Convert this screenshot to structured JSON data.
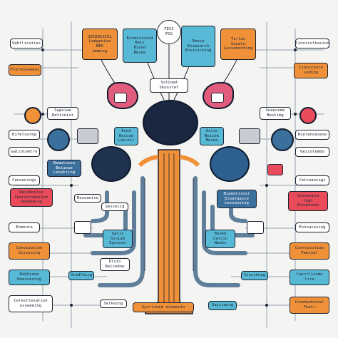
{
  "diagram": {
    "boxes": [
      {
        "id": "top-center-sign",
        "text": "FESI\nPSS",
        "color": "white"
      },
      {
        "id": "top-left-1",
        "text": "SECEDISIOL\nLedgesise\nBEO\nemming",
        "color": "orange"
      },
      {
        "id": "top-left-2",
        "text": "Esomssisicd\nReis\nBiood\nBeiee",
        "color": "teal"
      },
      {
        "id": "top-right-1",
        "text": "Reeso\nEsiaoarch\nEnvicorning",
        "color": "teal"
      },
      {
        "id": "top-right-2",
        "text": "Tirlus\nSaoatu\nLassehenting",
        "color": "orange"
      },
      {
        "id": "mid-center",
        "text": "Sstioed\nSkusstet",
        "color": "white"
      },
      {
        "id": "left-row2",
        "text": "Sqhtlicoties",
        "color": "white"
      },
      {
        "id": "right-row2",
        "text": "Cinoiscthasion",
        "color": "white"
      },
      {
        "id": "left-row3",
        "text": "Flerenseeenz",
        "color": "orange"
      },
      {
        "id": "right-row3",
        "text": "Cinoccoore\nLoding",
        "color": "orange"
      },
      {
        "id": "left-row4",
        "text": "Supoiae\nRettiniot",
        "color": "white"
      },
      {
        "id": "right-row4",
        "text": "Snaecome\nBestimg",
        "color": "white"
      },
      {
        "id": "left-row5",
        "text": "Kifelsoreg",
        "color": "white"
      },
      {
        "id": "right-row5",
        "text": "Rielencesese",
        "color": "white"
      },
      {
        "id": "left-row6",
        "text": "Galcolemtre",
        "color": "white"
      },
      {
        "id": "right-row6",
        "text": "Geicolembo",
        "color": "white"
      },
      {
        "id": "center-left-lbl",
        "text": "Enod\nBeicee\nLaicsir",
        "color": "teal"
      },
      {
        "id": "center-right-lbl",
        "text": "Sstio\nBeicek\nBeiee",
        "color": "teal"
      },
      {
        "id": "left-blue",
        "text": "Bemutuson\nBeiaeue\nLesatiing",
        "color": "navy"
      },
      {
        "id": "left-row7",
        "text": "Cenoanings",
        "color": "white"
      },
      {
        "id": "right-row7",
        "text": "Cetcoanings",
        "color": "white"
      },
      {
        "id": "left-red",
        "text": "Reisbosise\nCharactadation\nSeadeaing",
        "color": "red"
      },
      {
        "id": "center-left-s",
        "text": "Resuanise",
        "color": "white"
      },
      {
        "id": "center-left-s2",
        "text": "Sesseiig",
        "color": "white"
      },
      {
        "id": "right-blue",
        "text": "Nipentisoir\nEsoataasie\nLesseoving",
        "color": "navy"
      },
      {
        "id": "right-red",
        "text": "Scteseioa\nthat\nEssaehone",
        "color": "red"
      },
      {
        "id": "left-row8",
        "text": "Eomenta",
        "color": "white"
      },
      {
        "id": "right-row8",
        "text": "Esnsaiesing",
        "color": "white"
      },
      {
        "id": "center-left-teal",
        "text": "Salis\nSiniad\nEgsuces",
        "color": "teal"
      },
      {
        "id": "center-right-teal",
        "text": "Boned\nCalcin\nNeaks",
        "color": "teal"
      },
      {
        "id": "left-row9",
        "text": "Cenviaation\nSiscesing",
        "color": "orange"
      },
      {
        "id": "right-row9",
        "text": "Conrosoctian\nFeesial",
        "color": "orange"
      },
      {
        "id": "center-left-m",
        "text": "Dlsio\nReicedne",
        "color": "white"
      },
      {
        "id": "left-row10",
        "text": "Rohhiene\nHoescesing",
        "color": "teal"
      },
      {
        "id": "right-row10",
        "text": "Cuertlicome\nlire",
        "color": "teal"
      },
      {
        "id": "left-small-a",
        "text": "Stedlhing",
        "color": "teal"
      },
      {
        "id": "right-small-a",
        "text": "Sinsihneg",
        "color": "teal"
      },
      {
        "id": "left-row11",
        "text": "Cerestlesation\nesoweeing",
        "color": "white"
      },
      {
        "id": "right-row11",
        "text": "Conebodional\nFeatr",
        "color": "orange"
      },
      {
        "id": "center-left-bottom",
        "text": "Serkaing",
        "color": "white"
      },
      {
        "id": "bottom-center",
        "text": "Syortioed esseesin",
        "color": "orange"
      },
      {
        "id": "bottom-right-small",
        "text": "Sayiianng",
        "color": "teal"
      }
    ],
    "colors": {
      "trunk": "#f0913a",
      "pipe": "#5f7e99",
      "outline": "#1c2431",
      "background": "#f4f4f2",
      "brain_dark": "#1a2740",
      "brain_right": "#2d5f8f",
      "pink_lobe": "#e25d7d"
    }
  }
}
